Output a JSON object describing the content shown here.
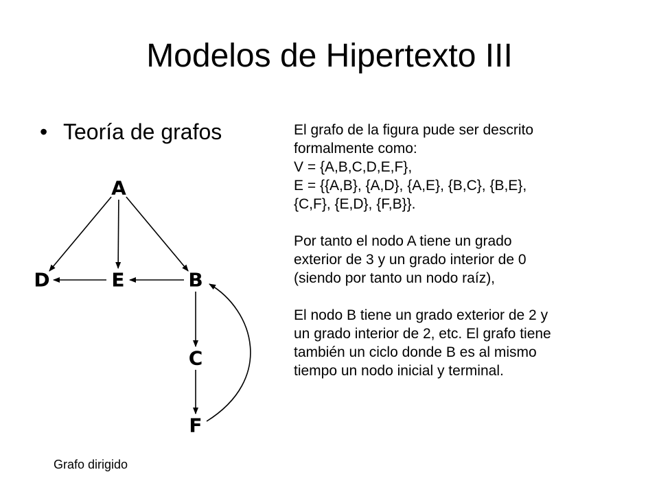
{
  "slide": {
    "title": "Modelos de Hipertexto III",
    "bullet": "Teoría de grafos",
    "bullet_glyph": "•",
    "description": [
      [
        "El grafo de la figura pude ser descrito",
        "formalmente como:",
        "V = {A,B,C,D,E,F},",
        "E = {{A,B}, {A,D}, {A,E}, {B,C}, {B,E},",
        "{C,F}, {E,D}, {F,B}}."
      ],
      [
        "Por tanto el nodo A tiene un grado",
        "exterior de 3 y un grado interior de 0",
        "(siendo por tanto un nodo raíz),"
      ],
      [
        "El nodo B tiene un grado exterior de 2 y",
        "un grado interior de 2, etc. El grafo tiene",
        "también un ciclo donde B es al mismo",
        "tiempo un nodo inicial y terminal."
      ]
    ],
    "caption": "Grafo dirigido"
  },
  "graph": {
    "nodes": [
      {
        "id": "A",
        "label": "A"
      },
      {
        "id": "B",
        "label": "B"
      },
      {
        "id": "C",
        "label": "C"
      },
      {
        "id": "D",
        "label": "D"
      },
      {
        "id": "E",
        "label": "E"
      },
      {
        "id": "F",
        "label": "F"
      }
    ],
    "edges": [
      {
        "from": "A",
        "to": "D"
      },
      {
        "from": "A",
        "to": "E"
      },
      {
        "from": "A",
        "to": "B"
      },
      {
        "from": "E",
        "to": "D"
      },
      {
        "from": "B",
        "to": "E"
      },
      {
        "from": "B",
        "to": "C"
      },
      {
        "from": "C",
        "to": "F"
      },
      {
        "from": "F",
        "to": "B"
      }
    ],
    "color": "#000000"
  }
}
